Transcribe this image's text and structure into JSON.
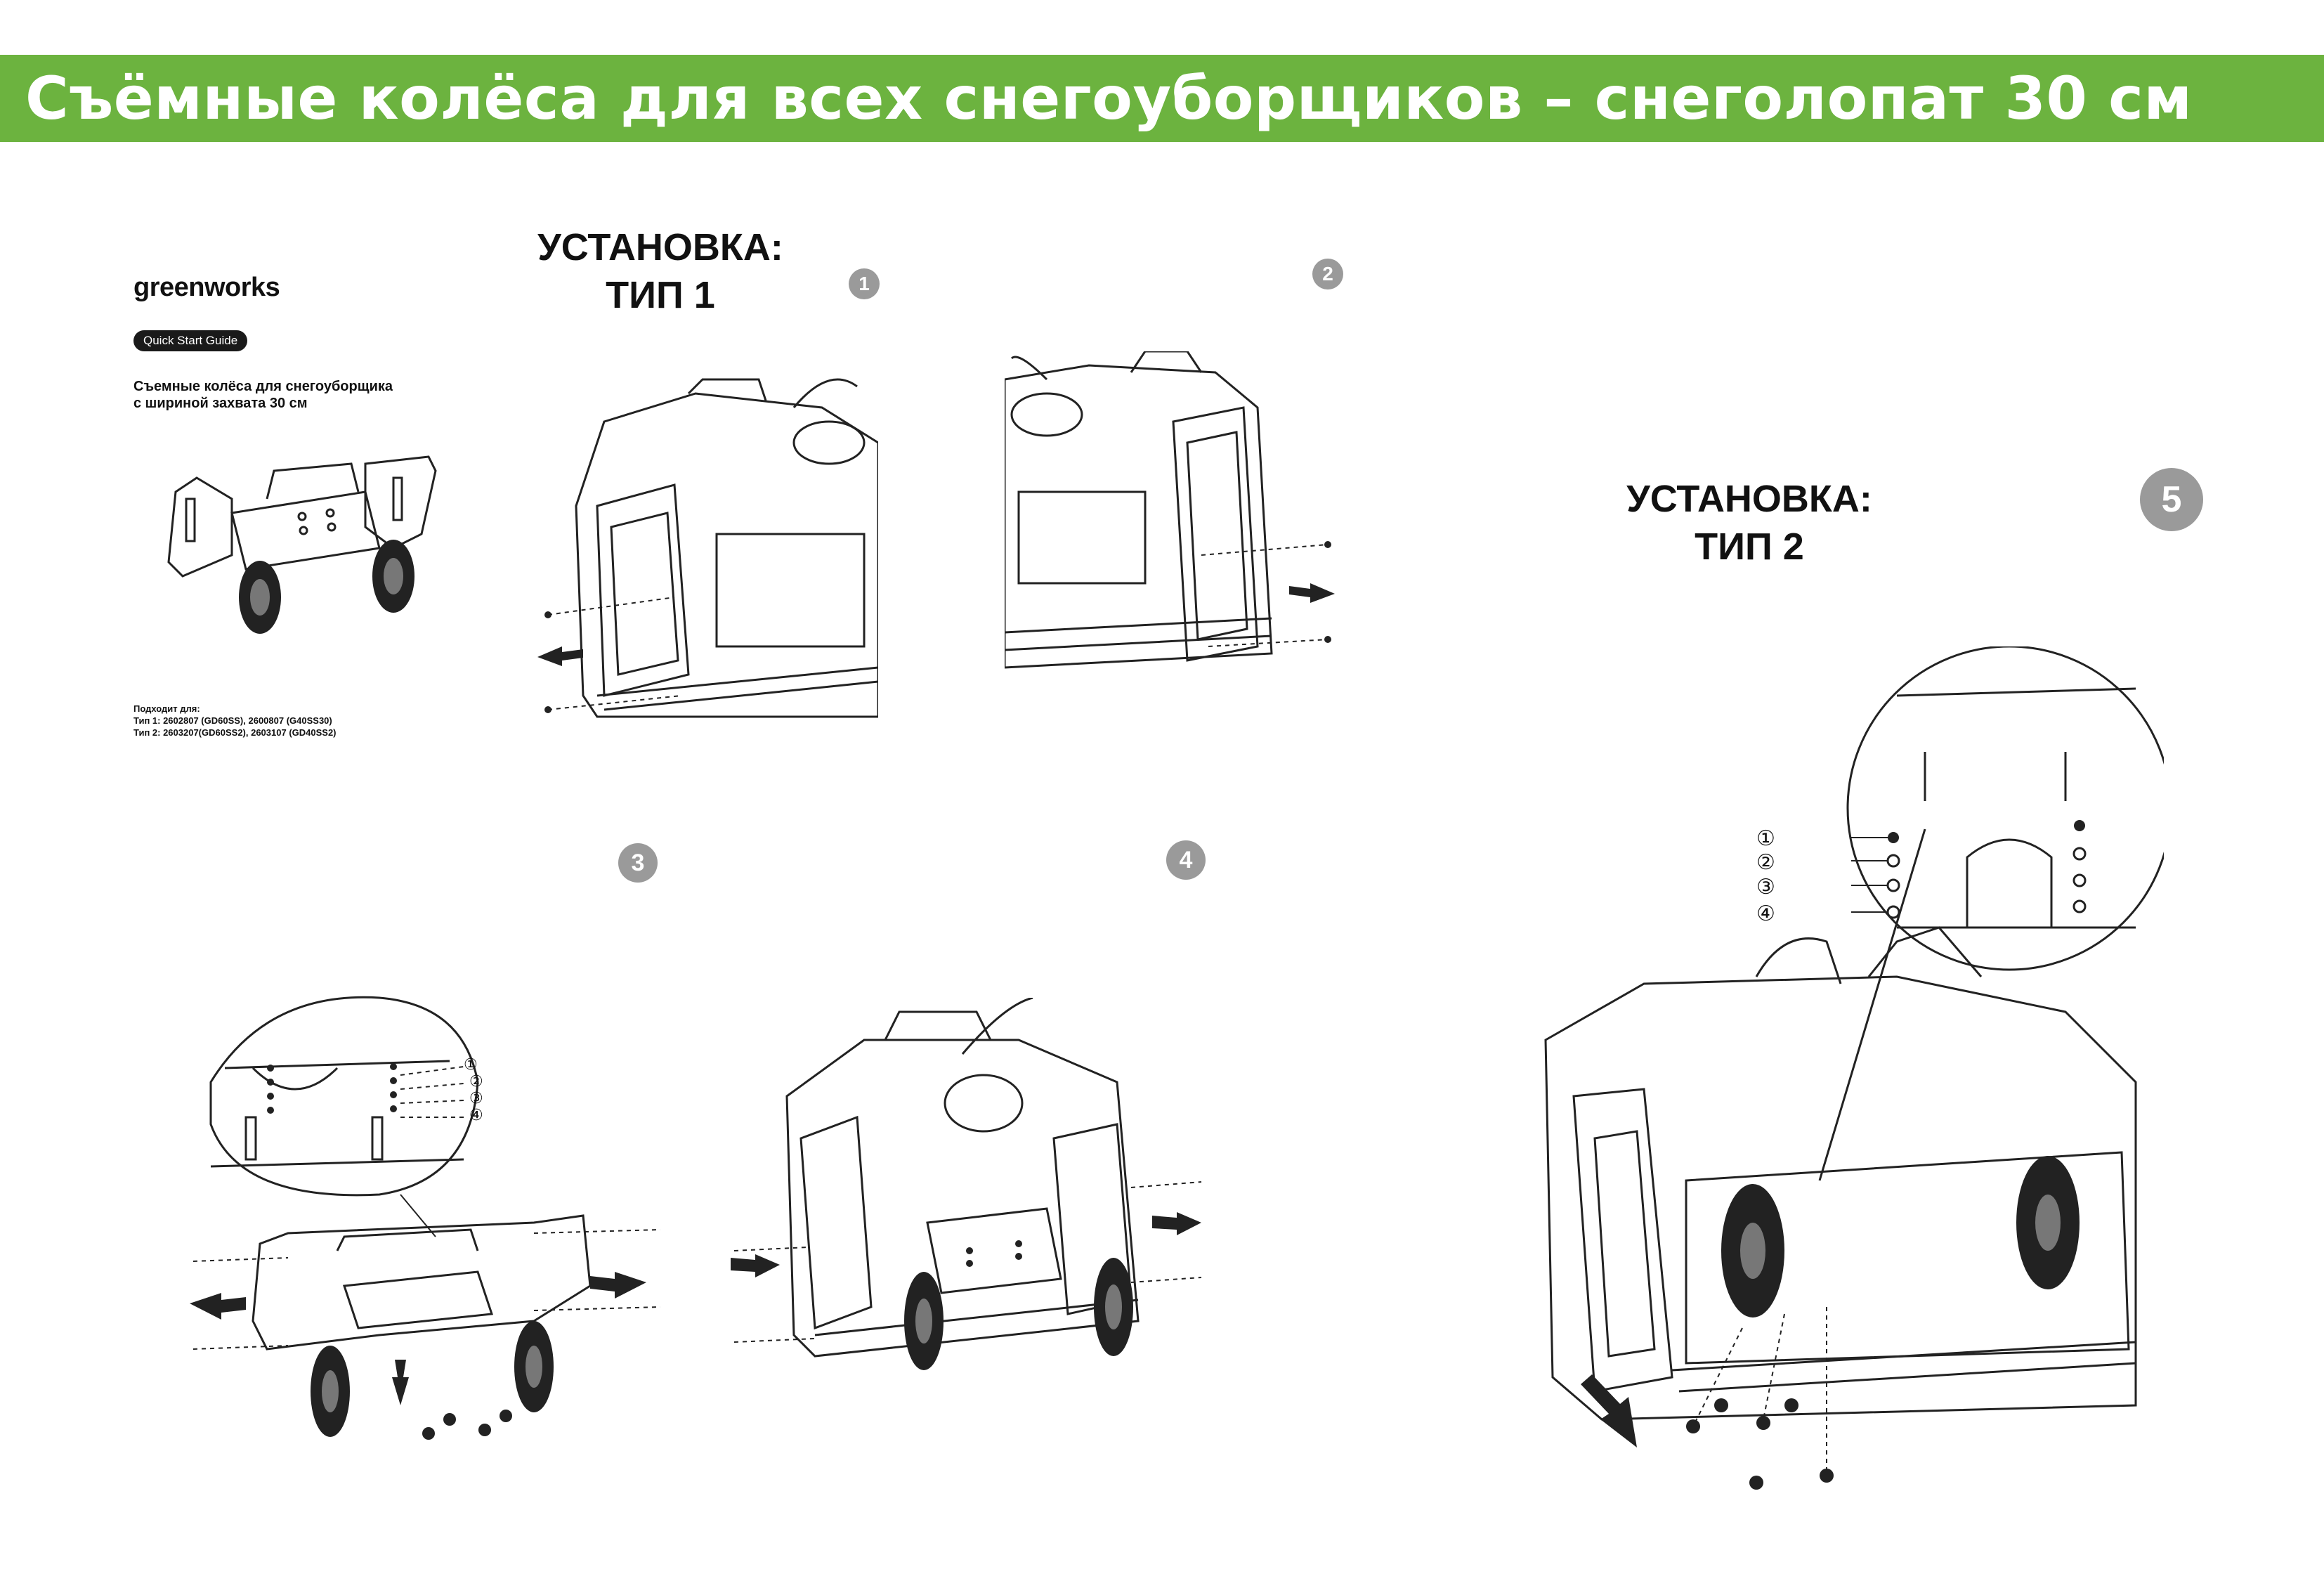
{
  "banner": {
    "title": "Съёмные колёса для всех снегоуборщиков – снеголопат 30 см",
    "color": "#6cb33f"
  },
  "cover": {
    "brand": "greenworks",
    "badge": "Quick Start Guide",
    "title_line1": "Съемные колёса для снегоуборщика",
    "title_line2": "с шириной захвата 30 см",
    "fits_label": "Подходит для:",
    "fits_type1": "Тип 1: 2602807 (GD60SS), 2600807 (G40SS30)",
    "fits_type2": "Тип 2: 2603207(GD60SS2), 2603107 (GD40SS2)"
  },
  "type1": {
    "heading_line1": "УСТАНОВКА:",
    "heading_line2": "ТИП 1"
  },
  "type2": {
    "heading_line1": "УСТАНОВКА:",
    "heading_line2": "ТИП 2"
  },
  "steps": {
    "s1": "1",
    "s2": "2",
    "s3": "3",
    "s4": "4",
    "s5": "5"
  },
  "hole_labels": {
    "l1": "①",
    "l2": "②",
    "l3": "③",
    "l4": "④"
  },
  "step_badge_color": "#9a9a9a"
}
